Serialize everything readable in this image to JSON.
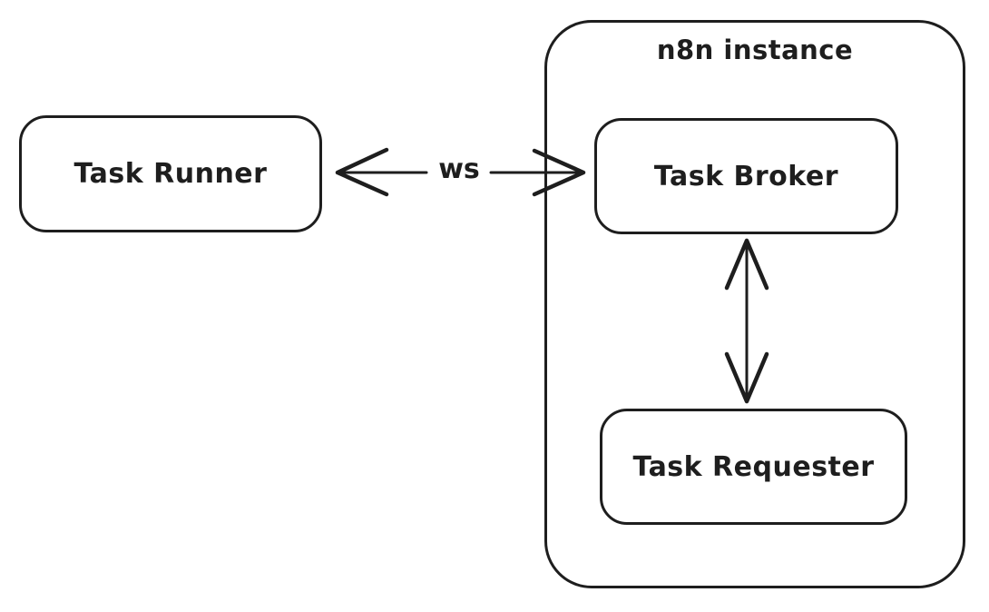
{
  "diagram": {
    "title": "n8n task runner architecture",
    "background_color": "#ffffff",
    "stroke_color": "#1e1e1e",
    "nodes": {
      "task_runner": {
        "label": "Task Runner"
      },
      "task_broker": {
        "label": "Task Broker"
      },
      "task_requester": {
        "label": "Task Requester"
      }
    },
    "groups": {
      "n8n_instance": {
        "label": "n8n instance",
        "contains": [
          "Task Broker",
          "Task Requester"
        ]
      }
    },
    "edges": {
      "runner_broker": {
        "label": "ws",
        "type": "double-headed-arrow",
        "from": "Task Runner",
        "to": "Task Broker"
      },
      "broker_requester": {
        "label": "",
        "type": "double-headed-arrow",
        "from": "Task Broker",
        "to": "Task Requester"
      }
    }
  }
}
